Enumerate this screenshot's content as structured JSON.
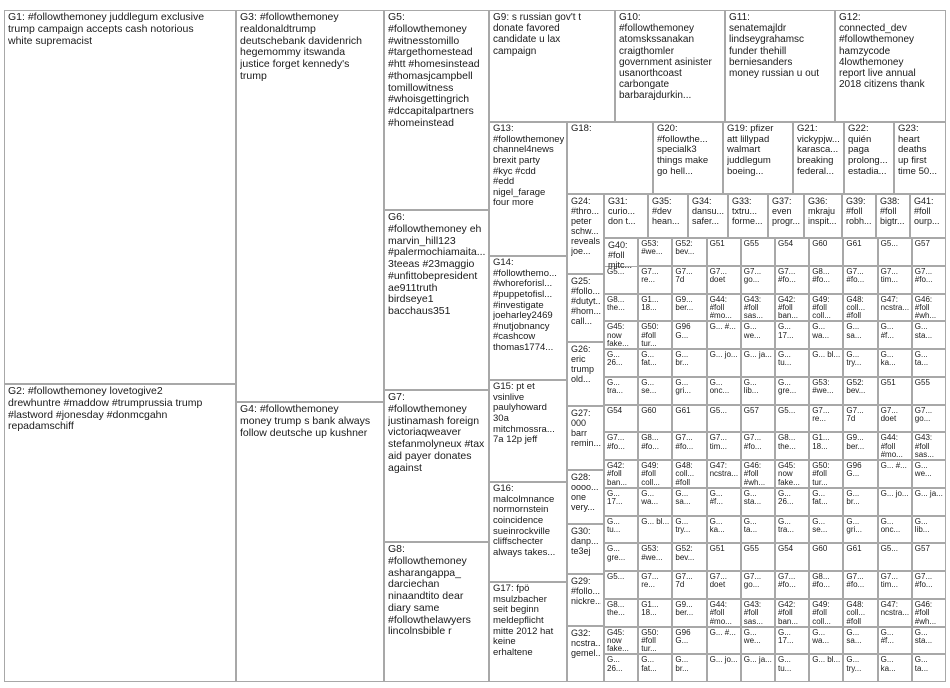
{
  "groups": [
    {
      "id": "G1",
      "text": "G1: #followthemoney juddlegum exclusive\ntrump campaign accepts cash notorious\nwhite supremacist"
    },
    {
      "id": "G2",
      "text": "G2: #followthemoney lovetogive2\ndrewhuntre #maddow #trumprussia trump\n#lastword #jonesday #donmcgahn\nrepadamschiff"
    },
    {
      "id": "G3",
      "text": "G3: #followthemoney\nrealdonaldtrump\ndeutschebank davidenrich\nhegemommy itswanda\njustice forget kennedy's\ntrump"
    },
    {
      "id": "G4",
      "text": "G4: #followthemoney\nmoney trump s bank always\nfollow deutsche up kushner"
    },
    {
      "id": "G5",
      "text": "G5:\n#followthemoney\n#witnesstomillo\n#targethomestead\n#htt #homesinstead\n#thomasjcampbell\ntomillowitness\n#whoisgettingrich\n#dccapitalpartners\n#homeinstead"
    },
    {
      "id": "G6",
      "text": "G6:\n#followthemoney eh\nmarvin_hill123\n#palermochiamaita...\n3teeas #23maggio\n#unfittobepresident\nae911truth\nbirdseye1\nbacchaus351"
    },
    {
      "id": "G7",
      "text": "G7:\n#followthemoney\njustinamash foreign\nvictoriaqweaver\nstefanmolyneux #tax\naid payer donates\nagainst"
    },
    {
      "id": "G8",
      "text": "G8:\n#followthemoney\nasharangappa_\ndarciechan\nninaandtito dear\ndiary same\n#followthelawyers\nlincolnsbible r"
    },
    {
      "id": "G9",
      "text": "G9: s russian gov't t\ndonate favored\ncandidate u lax\ncampaign"
    },
    {
      "id": "G10",
      "text": "G10:\n#followthemoney\natomskssanakan\ncraigthomler\ngovernment asinister\nusanorthcoast\ncarbongate\nbarbarajdurkin..."
    },
    {
      "id": "G11",
      "text": "G11:\nsenatemajldr\nlindseygrahamsc\nfunder thehill\nberniesanders\nmoney russian u out"
    },
    {
      "id": "G12",
      "text": "G12:\nconnected_dev\n#followthemoney\nhamzycode\n4lowthemoney\nreport live annual\n2018 citizens thank"
    },
    {
      "id": "G13",
      "text": "G13:\n#followthemoney\nchannel4news\nbrexit party\n#kyc #cdd\n#edd\nnigel_farage\nfour more"
    },
    {
      "id": "G14",
      "text": "G14:\n#followthemo...\n#whoreforisl...\n#puppetofisl...\n#investigate\njoeharley2469\n#nutjobnancy\n#cashcow\nthomas1774..."
    },
    {
      "id": "G15",
      "text": "G15: pt et\nvsinlive\npaulyhoward\n30a\nmitchmossra...\n7a 12p jeff"
    },
    {
      "id": "G16",
      "text": "G16:\nmalcolmnance\nnormornstein\ncoincidence\nsueinrockville\ncliffschecter\nalways takes..."
    },
    {
      "id": "G17",
      "text": "G17: fpö\nmsulzbacher\nseit beginn\nmeldepflicht\nmitte 2012 hat\nkeine\nerhaltene"
    },
    {
      "id": "G18",
      "text": "G18:"
    },
    {
      "id": "G19",
      "text": "G19: pfizer\natt lillypad\nwalmart\njuddlegum\nboeing..."
    },
    {
      "id": "G20",
      "text": "G20:\n#followthe...\nspecialk3\nthings make\ngo hell..."
    },
    {
      "id": "G21",
      "text": "G21:\nvickypjw...\nkarasca...\nbreaking\nfederal..."
    },
    {
      "id": "G22",
      "text": "G22:\nquién\npaga\nprolong...\nestadia..."
    },
    {
      "id": "G23",
      "text": "G23:\nheart\ndeaths\nup first\ntime 50..."
    },
    {
      "id": "G24",
      "text": "G24:\n#thro...\npeter\nschw...\nreveals\njoe..."
    },
    {
      "id": "G25",
      "text": "G25:\n#follo...\n#dutyt...\n#hom...\ncall..."
    },
    {
      "id": "G26",
      "text": "G26:\neric\ntrump\nold..."
    },
    {
      "id": "G27",
      "text": "G27:\n000\nbarr\nremin..."
    },
    {
      "id": "G28",
      "text": "G28:\noooo...\none\nvery..."
    },
    {
      "id": "G29",
      "text": "G29:\n#follo...\nnickre..."
    },
    {
      "id": "G30",
      "text": "G30:\ndanp...\nte3ej"
    },
    {
      "id": "G31",
      "text": "G31:\ncurio...\ndon t..."
    },
    {
      "id": "G32",
      "text": "G32:\nncstra...\ngemel..."
    },
    {
      "id": "G33",
      "text": "G33:\ntxtru...\nforme..."
    },
    {
      "id": "G34",
      "text": "G34:\ndansu...\nsafer..."
    },
    {
      "id": "G35",
      "text": "G35:\n#dev\nhean..."
    },
    {
      "id": "G36",
      "text": "G36:\nmkraju\ninspit..."
    },
    {
      "id": "G37",
      "text": "G37:\neven\nprogr..."
    },
    {
      "id": "G38",
      "text": "G38:\n#foll\nbigtr..."
    },
    {
      "id": "G39",
      "text": "G39:\n#foll\nrobh..."
    },
    {
      "id": "G40",
      "text": "G40:\n#foll\nmitc..."
    },
    {
      "id": "G41",
      "text": "G41:\n#foll\nourp..."
    }
  ],
  "small_cells": [
    "G53: #we...",
    "G52: bev...",
    "G51",
    "G55",
    "G54",
    "G60",
    "G61",
    "G5...",
    "G57",
    "G5...",
    "G7... re...",
    "G7... 7d",
    "G7... doet",
    "G7... go...",
    "G7... #fo...",
    "G8... #fo...",
    "G7... #fo...",
    "G7... tim...",
    "G7... #fo...",
    "G8... the...",
    "G1... 18...",
    "G9... ber...",
    "G44: #foll #mo...",
    "G43: #foll sas...",
    "G42: #foll ban...",
    "G49: #foll coll...",
    "G48: coll... #foll",
    "G47: ncstra...",
    "G46: #foll #wh...",
    "G45: now fake...",
    "G50: #foll tur...",
    "G96 G...",
    "G... #...",
    "G... we...",
    "G... 17...",
    "G... wa...",
    "G... sa...",
    "G... #f...",
    "G... sta...",
    "G... 26...",
    "G... fat...",
    "G... br...",
    "G... jo...",
    "G... ja...",
    "G... tu...",
    "G... bl...",
    "G... try...",
    "G... ka...",
    "G... ta...",
    "G... tra...",
    "G... se...",
    "G... gri...",
    "G... onc...",
    "G... lib...",
    "G... gre..."
  ],
  "colors": {
    "border": "#a8a8a8",
    "edge": "#b9b9b9",
    "edge_red": "#c87070",
    "node_blue": "#2d3f9a",
    "node_navy": "#1d2a6b",
    "node_green": "#3c8a3c",
    "node_light": "#dfe6f2",
    "node_purple": "#8d5fb0",
    "node_magenta": "#c04b8c",
    "node_orange": "#e49a2b",
    "node_cyan": "#2a9bd0"
  }
}
